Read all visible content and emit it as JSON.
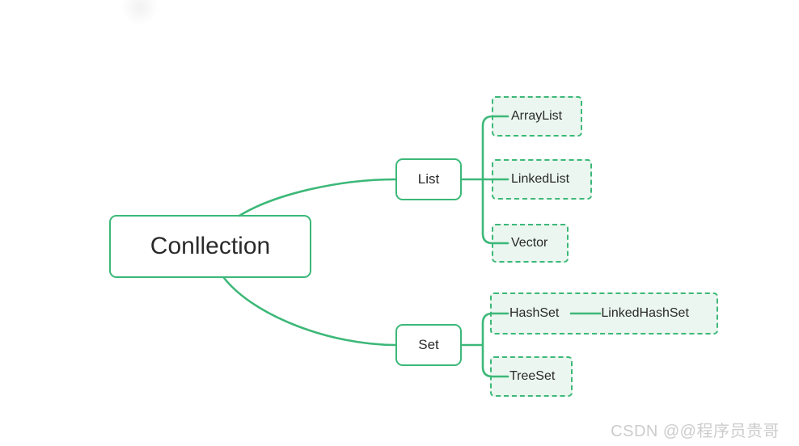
{
  "diagram_type": "mindmap",
  "colors": {
    "connector_green": "#3cb878",
    "child_node_fill": "#eaf6ef",
    "text": "#2a2a2a",
    "watermark": "#cccccc"
  },
  "mindmap": {
    "root_label": "Conllection",
    "branches": [
      {
        "label": "List",
        "children": [
          {
            "label": "ArrayList"
          },
          {
            "label": "LinkedList"
          },
          {
            "label": "Vector"
          }
        ]
      },
      {
        "label": "Set",
        "children": [
          {
            "label": "HashSet",
            "children": [
              {
                "label": "LinkedHashSet"
              }
            ]
          },
          {
            "label": "TreeSet"
          }
        ]
      }
    ]
  },
  "watermark": {
    "text": "CSDN @@程序员贵哥"
  }
}
